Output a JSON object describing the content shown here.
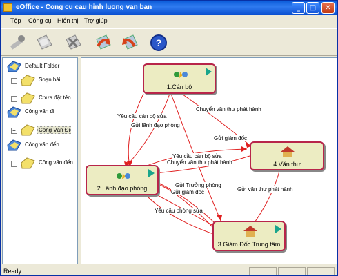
{
  "window": {
    "title": "eOffice - Cong cu cau hinh luong van ban"
  },
  "menu": [
    "Tệp",
    "Công cụ",
    "Hiển thị",
    "Trợ giúp"
  ],
  "toolbar": {
    "icons": [
      "pin-icon",
      "paper-icon",
      "delete-paper-icon",
      "refresh-arrow-icon",
      "refresh-arrow-icon",
      "help-icon"
    ],
    "help_glyph": "?"
  },
  "tree": {
    "items": [
      {
        "label": "Default Folder"
      },
      {
        "label": "Soạn bài"
      },
      {
        "label": "Chưa đặt tên"
      },
      {
        "label": "Công văn đi"
      },
      {
        "label": "Công Văn Đi"
      },
      {
        "label": "Công văn đến"
      },
      {
        "label": "Công văn đến"
      }
    ]
  },
  "workflow": {
    "nodes": [
      {
        "label": "1.Cán bộ"
      },
      {
        "label": "2.Lãnh đạo phòng"
      },
      {
        "label": "3.Giám Đốc Trung tâm"
      },
      {
        "label": "4.Văn thư"
      }
    ],
    "edges": [
      "Yêu cầu cán bộ sửa",
      "Gửi lãnh đạo phòng",
      "Chuyển văn thư phát hành",
      "Gửi giám đốc",
      "Yêu cầu cán bộ sửa",
      "Chuyển văn thư phát hành",
      "Gửi Trưởng phòng",
      "Gửi giám đốc",
      "Gửi văn thư phát hành",
      "Yêu cầu phòng sửa"
    ]
  },
  "status": {
    "text": "Ready"
  },
  "colors": {
    "node_border": "#b8254a",
    "node_fill": "#ececc2",
    "edge": "#e02020",
    "play": "#19a58b"
  }
}
